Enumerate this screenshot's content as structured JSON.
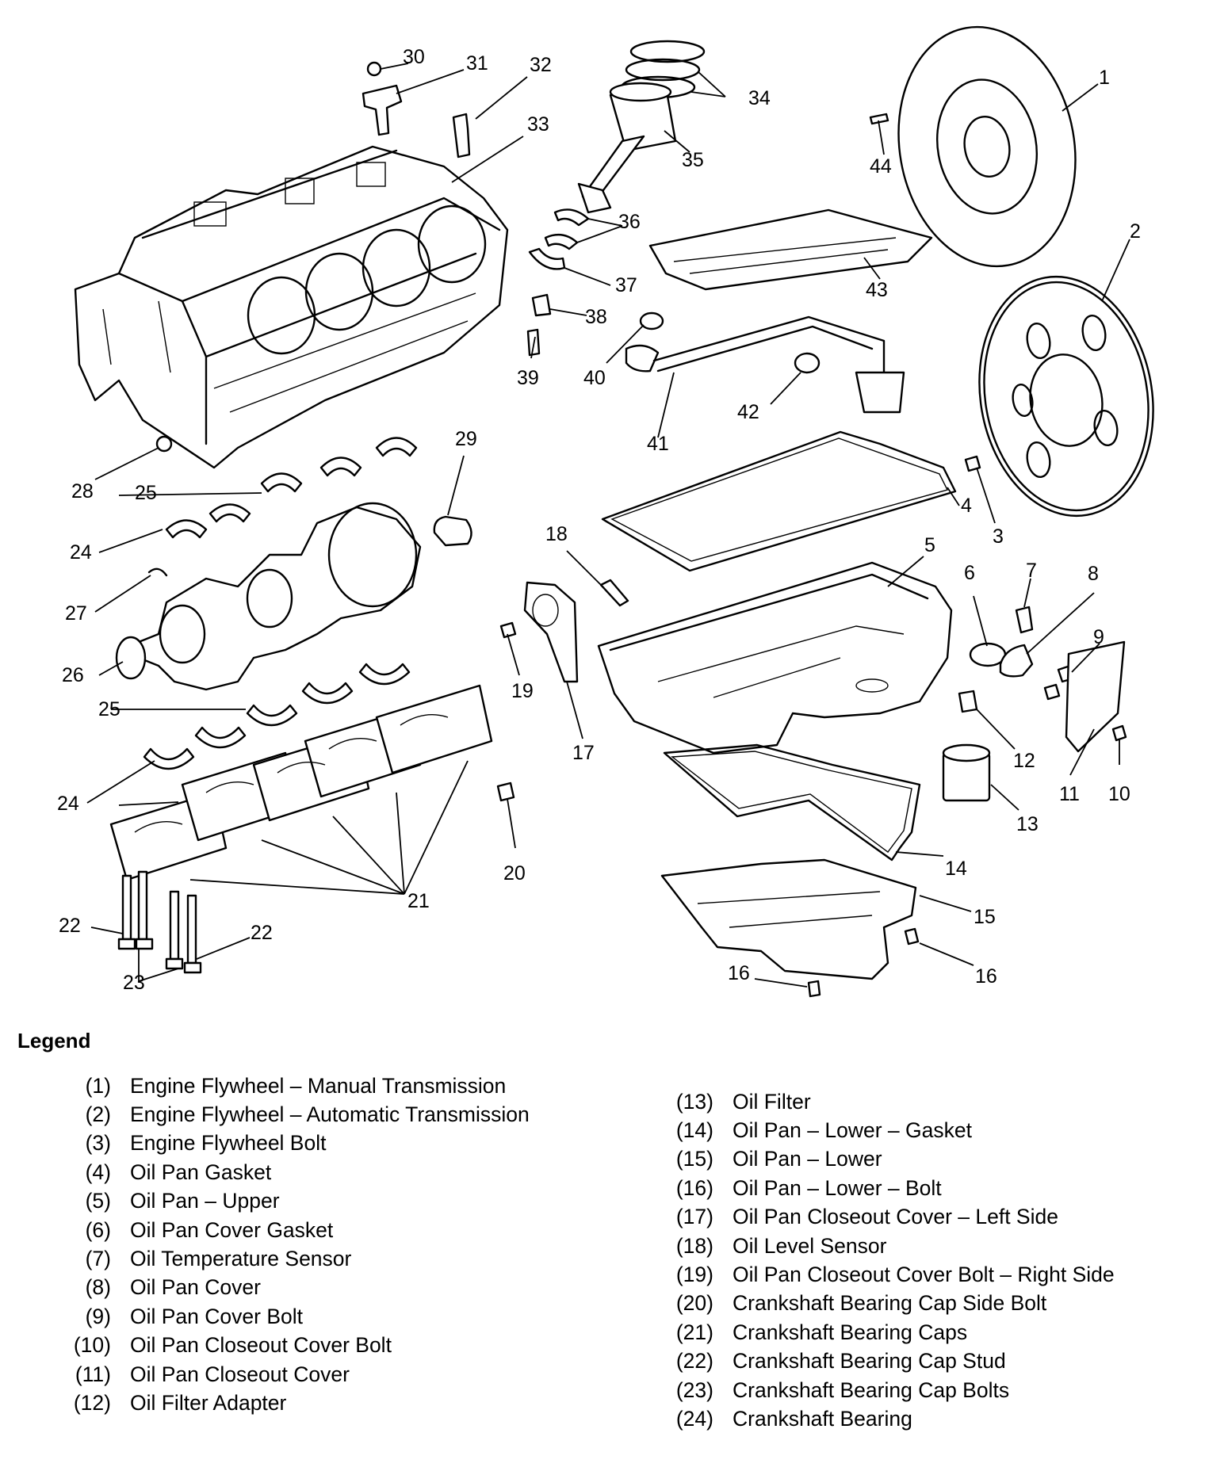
{
  "callouts": [
    {
      "id": "1",
      "text": "1"
    },
    {
      "id": "2",
      "text": "2"
    },
    {
      "id": "3",
      "text": "3"
    },
    {
      "id": "4",
      "text": "4"
    },
    {
      "id": "5",
      "text": "5"
    },
    {
      "id": "6",
      "text": "6"
    },
    {
      "id": "7",
      "text": "7"
    },
    {
      "id": "8",
      "text": "8"
    },
    {
      "id": "9",
      "text": "9"
    },
    {
      "id": "10",
      "text": "10"
    },
    {
      "id": "11",
      "text": "11"
    },
    {
      "id": "12",
      "text": "12"
    },
    {
      "id": "13",
      "text": "13"
    },
    {
      "id": "14",
      "text": "14"
    },
    {
      "id": "15",
      "text": "15"
    },
    {
      "id": "16a",
      "text": "16"
    },
    {
      "id": "16b",
      "text": "16"
    },
    {
      "id": "17",
      "text": "17"
    },
    {
      "id": "18",
      "text": "18"
    },
    {
      "id": "19",
      "text": "19"
    },
    {
      "id": "20",
      "text": "20"
    },
    {
      "id": "21",
      "text": "21"
    },
    {
      "id": "22a",
      "text": "22"
    },
    {
      "id": "22b",
      "text": "22"
    },
    {
      "id": "23",
      "text": "23"
    },
    {
      "id": "24a",
      "text": "24"
    },
    {
      "id": "24b",
      "text": "24"
    },
    {
      "id": "25a",
      "text": "25"
    },
    {
      "id": "25b",
      "text": "25"
    },
    {
      "id": "26",
      "text": "26"
    },
    {
      "id": "27",
      "text": "27"
    },
    {
      "id": "28",
      "text": "28"
    },
    {
      "id": "29",
      "text": "29"
    },
    {
      "id": "30",
      "text": "30"
    },
    {
      "id": "31",
      "text": "31"
    },
    {
      "id": "32",
      "text": "32"
    },
    {
      "id": "33",
      "text": "33"
    },
    {
      "id": "34",
      "text": "34"
    },
    {
      "id": "35",
      "text": "35"
    },
    {
      "id": "36",
      "text": "36"
    },
    {
      "id": "37",
      "text": "37"
    },
    {
      "id": "38",
      "text": "38"
    },
    {
      "id": "39",
      "text": "39"
    },
    {
      "id": "40",
      "text": "40"
    },
    {
      "id": "41",
      "text": "41"
    },
    {
      "id": "42",
      "text": "42"
    },
    {
      "id": "43",
      "text": "43"
    },
    {
      "id": "44",
      "text": "44"
    }
  ],
  "legend": {
    "title": "Legend",
    "left": [
      {
        "code": "(1)",
        "label": "Engine Flywheel – Manual Transmission"
      },
      {
        "code": "(2)",
        "label": "Engine Flywheel – Automatic Transmission"
      },
      {
        "code": "(3)",
        "label": "Engine Flywheel Bolt"
      },
      {
        "code": "(4)",
        "label": "Oil Pan Gasket"
      },
      {
        "code": "(5)",
        "label": "Oil Pan – Upper"
      },
      {
        "code": "(6)",
        "label": "Oil Pan Cover Gasket"
      },
      {
        "code": "(7)",
        "label": "Oil Temperature Sensor"
      },
      {
        "code": "(8)",
        "label": "Oil Pan Cover"
      },
      {
        "code": "(9)",
        "label": "Oil Pan Cover Bolt"
      },
      {
        "code": "(10)",
        "label": "Oil Pan Closeout Cover Bolt"
      },
      {
        "code": "(11)",
        "label": "Oil Pan Closeout Cover"
      },
      {
        "code": "(12)",
        "label": "Oil Filter Adapter"
      }
    ],
    "right": [
      {
        "code": "(13)",
        "label": "Oil Filter"
      },
      {
        "code": "(14)",
        "label": "Oil Pan – Lower – Gasket"
      },
      {
        "code": "(15)",
        "label": "Oil Pan – Lower"
      },
      {
        "code": "(16)",
        "label": "Oil Pan – Lower – Bolt"
      },
      {
        "code": "(17)",
        "label": "Oil Pan Closeout Cover – Left Side"
      },
      {
        "code": "(18)",
        "label": "Oil Level Sensor"
      },
      {
        "code": "(19)",
        "label": "Oil Pan Closeout Cover Bolt – Right Side"
      },
      {
        "code": "(20)",
        "label": "Crankshaft Bearing Cap Side Bolt"
      },
      {
        "code": "(21)",
        "label": "Crankshaft Bearing Caps"
      },
      {
        "code": "(22)",
        "label": "Crankshaft Bearing Cap Stud"
      },
      {
        "code": "(23)",
        "label": "Crankshaft Bearing Cap Bolts"
      },
      {
        "code": "(24)",
        "label": "Crankshaft Bearing"
      }
    ]
  }
}
